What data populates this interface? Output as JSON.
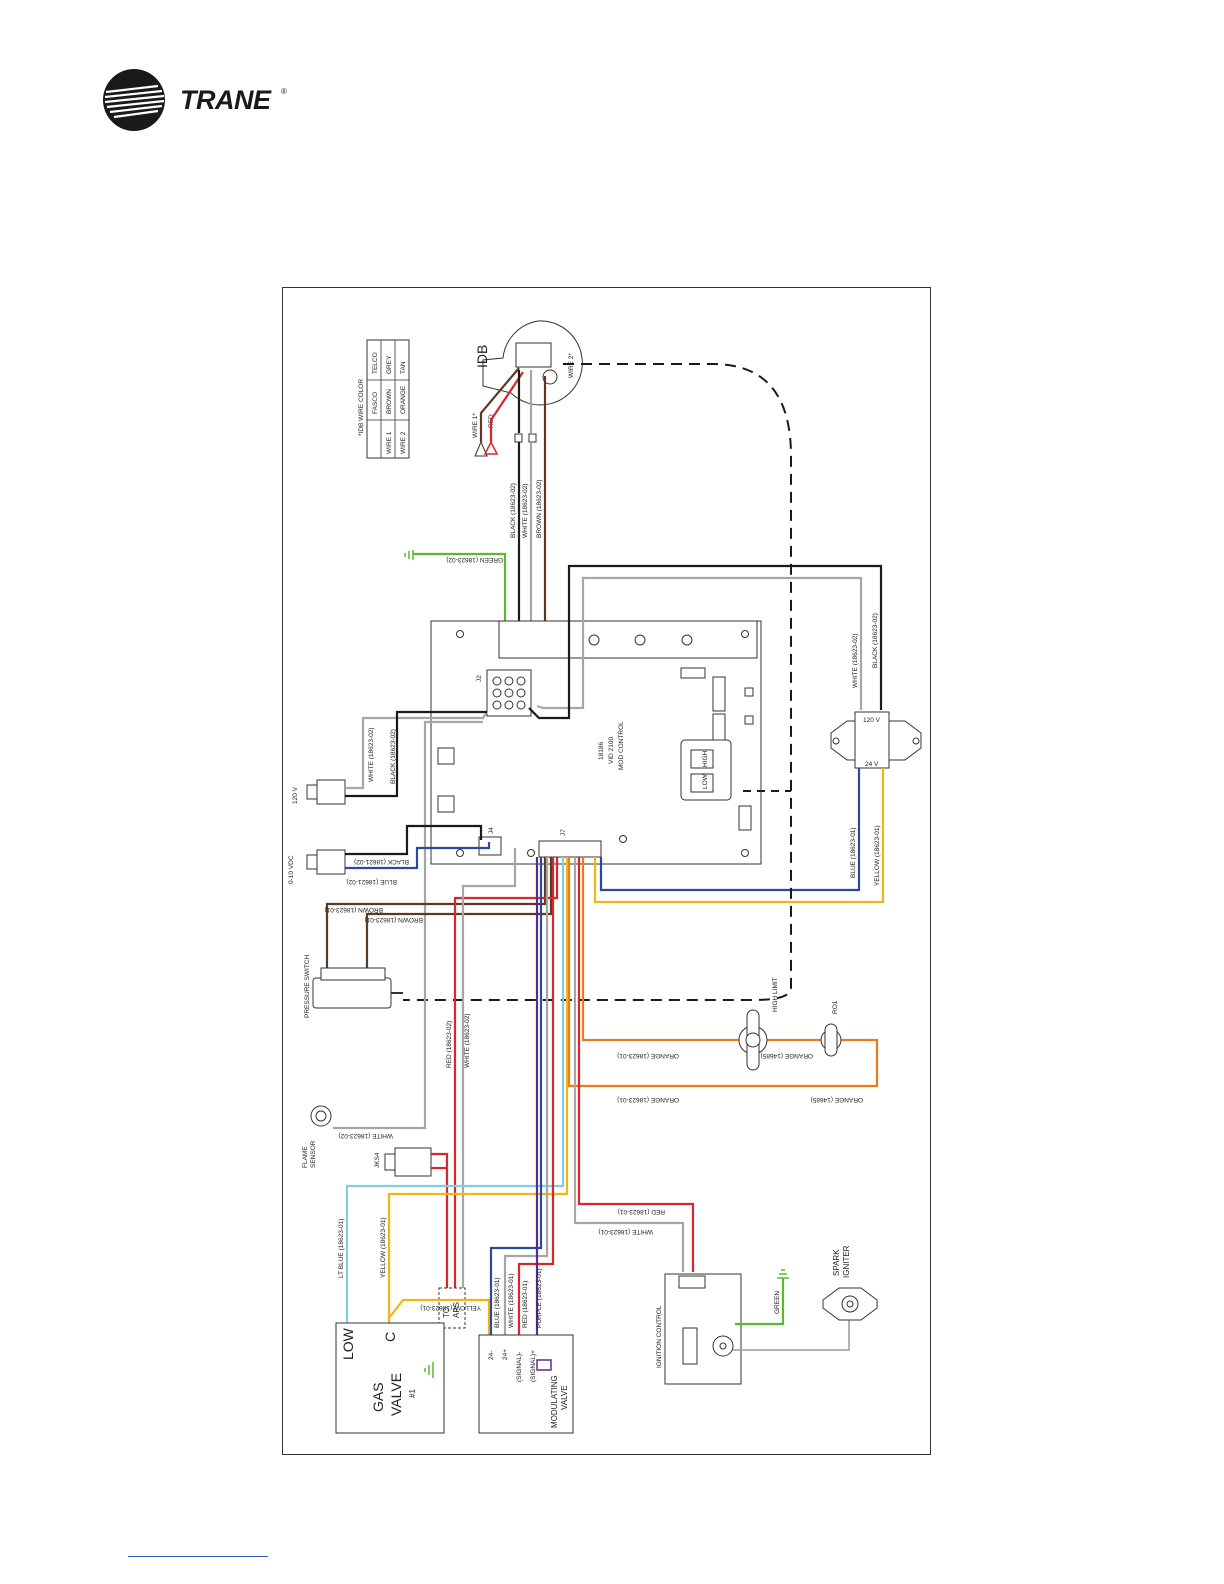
{
  "brand": {
    "name": "TRANE",
    "reg": "®"
  },
  "legend": {
    "title": "*IDB WIRE COLOR",
    "headers": [
      "",
      "FASCO",
      "TELCO"
    ],
    "rows": [
      [
        "WIRE 1",
        "BROWN",
        "GREY"
      ],
      [
        "WIRE 2",
        "ORANGE",
        "TAN"
      ]
    ]
  },
  "labels": {
    "idb": "IDB",
    "wire1": "WIRE 1*",
    "wire2": "WIRE 2*",
    "red": "RED",
    "black_idb": "BLACK (18623-02)",
    "white_idb": "WHITE (18623-02)",
    "brown_idb": "BROWN (18623-02)",
    "green_top": "GREEN (18623-02)",
    "white_transformer": "WHITE (18623-02)",
    "black_transformer": "BLACK (18623-02)",
    "v120_trans": "120 V",
    "v24_trans": "24 V",
    "j2": "J2",
    "j4": "J4",
    "j7": "J7",
    "board_line1": "18186",
    "board_line2": "VID 2100",
    "board_line3": "MOD CONTROL",
    "high": "HIGH",
    "low": "LOW",
    "v120_plug": "120 V",
    "white_plug": "WHITE (18623-02)",
    "black_plug": "BLACK (18623-02)",
    "vdc": "0-10 VDC",
    "black_j4": "BLACK (18621-02)",
    "blue_j4": "BLUE (18621-02)",
    "brown1": "BROWN (18623-01)",
    "brown2": "BROWN (18623-01)",
    "pressure_switch": "PRESSURE SWITCH",
    "red_aps": "RED (18623-02)",
    "white_aps": "WHITE (18623-02)",
    "high_limit": "HIGH LIMIT",
    "ro1": "RO1",
    "orange1": "ORANGE (18623-01)",
    "orange2": "ORANGE (14685)",
    "orange3": "ORANGE (18623-01)",
    "orange4": "ORANGE (14685)",
    "blue_trans": "BLUE (18623-01)",
    "yellow_trans": "YELLOW (18623-01)",
    "flame_sensor_1": "FLAME",
    "flame_sensor_2": "SENSOR",
    "white_flame": "WHITE (18623-02)",
    "jks4": "JKS4",
    "to_aps_1": "TO",
    "to_aps_2": "APS",
    "red_ign": "RED (18623-01)",
    "white_ign": "WHITE (18623-01)",
    "lt_blue": "LT BLUE (18623-01)",
    "yellow_gv": "YELLOW (18623-01)",
    "yellow_gv2": "YELLOW (18623-01)",
    "blue_mv": "BLUE (18623-01)",
    "white_mv": "WHITE (18623-01)",
    "red_mv": "RED (18623-01)",
    "purple_mv": "PURPLE (18623-01)",
    "gas_valve_1": "GAS",
    "gas_valve_2": "VALVE",
    "gas_valve_3": "#1",
    "gv_low": "LOW",
    "gv_c": "C",
    "mv_24m": "24-",
    "mv_24p": "24+",
    "mv_sigm": "(SIGNAL)-",
    "mv_sigp": "(SIGNAL)+",
    "mod_valve_1": "MODULATING",
    "mod_valve_2": "VALVE",
    "ignition_control": "IGNITION CONTROL",
    "green_ign": "GREEN",
    "spark_1": "SPARK",
    "spark_2": "IGNITER"
  },
  "colors": {
    "black": "#1a1a1a",
    "white": "#a6a6a6",
    "brown": "#5a3a22",
    "red": "#d8262b",
    "green": "#5cb82e",
    "blue": "#2c4a9a",
    "yellow": "#f2b515",
    "orange": "#ea7a1e",
    "ltblue": "#7fcfe0",
    "purple": "#5b2a91",
    "grey": "#9a9a9a"
  }
}
